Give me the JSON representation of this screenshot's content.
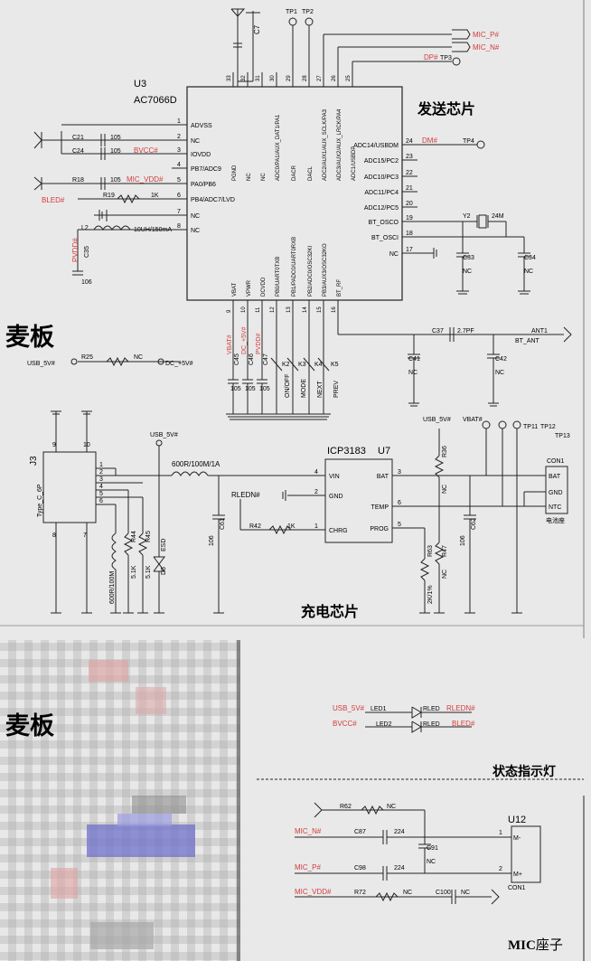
{
  "board_label": "麦板",
  "sections": {
    "transmit_chip": "发送芯片",
    "charge_chip": "充电芯片",
    "status_led": "状态指示灯",
    "mic_socket_prefix": "MIC",
    "mic_socket_suffix": "座子"
  },
  "u3": {
    "ref": "U3",
    "part": "AC7066D",
    "left_pins": [
      {
        "num": "1",
        "name": "ADVSS"
      },
      {
        "num": "2",
        "name": "NC"
      },
      {
        "num": "3",
        "name": "IOVDD"
      },
      {
        "num": "4",
        "name": "PB7/ADC9"
      },
      {
        "num": "5",
        "name": "PA0/PB6"
      },
      {
        "num": "6",
        "name": "PB4/ADC7/LVD"
      },
      {
        "num": "7",
        "name": "NC"
      },
      {
        "num": "8",
        "name": "NC"
      }
    ],
    "top_pins": [
      {
        "num": "33",
        "name": "PGND"
      },
      {
        "num": "32",
        "name": "NC"
      },
      {
        "num": "31",
        "name": "NC"
      },
      {
        "num": "30",
        "name": "ADC0/PA1/AUX_DAT1/PA1"
      },
      {
        "num": "29",
        "name": "DACR"
      },
      {
        "num": "28",
        "name": "DACL"
      },
      {
        "num": "27",
        "name": "ADC2/AUX1/AUX_SCLK/PA3"
      },
      {
        "num": "26",
        "name": "ADC3/AUX2/AUX_LRCK/PA4"
      },
      {
        "num": "25",
        "name": "ADC1/USBDP"
      }
    ],
    "right_pins": [
      {
        "num": "24",
        "name": "ADC14/USBDM"
      },
      {
        "num": "23",
        "name": "ADC15/PC2"
      },
      {
        "num": "22",
        "name": "ADC10/PC3"
      },
      {
        "num": "21",
        "name": "ADC11/PC4"
      },
      {
        "num": "20",
        "name": "ADC12/PC5"
      },
      {
        "num": "19",
        "name": "BT_OSCO"
      },
      {
        "num": "18",
        "name": "BT_OSCI"
      },
      {
        "num": "17",
        "name": "NC"
      }
    ],
    "bottom_pins": [
      {
        "num": "9",
        "name": "VBAT"
      },
      {
        "num": "10",
        "name": "VPWR"
      },
      {
        "num": "11",
        "name": "DCVDD"
      },
      {
        "num": "12",
        "name": "PB0/UART0TXB"
      },
      {
        "num": "13",
        "name": "PB1/PADC0/UART0RXB"
      },
      {
        "num": "14",
        "name": "PB2/ADC0/OSC32KI"
      },
      {
        "num": "15",
        "name": "PB3/AUX3/OSC32KO"
      },
      {
        "num": "16",
        "name": "BT_RF"
      }
    ]
  },
  "u3_parts": {
    "c7": "C7",
    "c21": "C21",
    "c24": "C24",
    "v105": "105",
    "bvcc": "BVCC#",
    "r18": "R18",
    "mic_vdd": "MIC_VDD#",
    "bled": "BLED#",
    "r19": "R19",
    "r1k": "1K",
    "l2": "L2",
    "l2_val": "10UH/150mA",
    "pvdd": "PVDD#",
    "c35": "C35",
    "c35_val": "106",
    "tp1": "TP1",
    "tp2": "TP2",
    "mic_p": "MIC_P#",
    "mic_n": "MIC_N#",
    "dp": "DP#",
    "tp3": "TP3",
    "dm": "DM#",
    "tp4": "TP4",
    "y2": "Y2",
    "y2_val": "24M",
    "c33": "C33",
    "c34": "C34",
    "nc": "NC",
    "c37": "C37",
    "c37_val": "2.7PF",
    "ant1": "ANT1",
    "bt_ant": "BT_ANT",
    "c41": "C41",
    "c42": "C42",
    "usb5v": "USB_5V#",
    "r25": "R25",
    "dc5v": "DC_+5V#",
    "vbat": "VBAT#",
    "dc5v_short": "DC_+5V#",
    "c45": "C45",
    "c46": "C46",
    "c47": "C47",
    "c105": "105",
    "k2": "K2",
    "k3": "K3",
    "k4": "K4",
    "k5": "K5",
    "onoff": "ON/OFF",
    "mode": "MODE",
    "next": "NEXT",
    "prev": "PREV"
  },
  "charge": {
    "j3": "J3",
    "j3_part": "Type_C_6P",
    "j3_pins": [
      "9",
      "10",
      "1",
      "2",
      "3",
      "4",
      "5",
      "6",
      "8",
      "7"
    ],
    "usb5v": "USB_5V#",
    "ferrite": "600R/100M/1A",
    "u7_part": "ICP3183",
    "u7_ref": "U7",
    "u7_left": [
      {
        "num": "4",
        "name": "VIN"
      },
      {
        "num": "2",
        "name": "GND"
      },
      {
        "num": "1",
        "name": "CHRG"
      }
    ],
    "u7_right": [
      {
        "num": "3",
        "name": "BAT"
      },
      {
        "num": "6",
        "name": "TEMP"
      },
      {
        "num": "5",
        "name": "PROG"
      }
    ],
    "rledn": "RLEDN#",
    "r42": "R42",
    "r42_val": "1K",
    "c61": "C61",
    "c61_val": "106",
    "c62": "C62",
    "c62_val": "106",
    "r36": "R36",
    "r47": "R47",
    "r63": "R63",
    "r63_val": "2K/1%",
    "nc": "NC",
    "vbat": "VBAT#",
    "tp11": "TP11",
    "tp12": "TP12",
    "tp13": "TP13",
    "con1": "CON1",
    "con_pins": [
      "BAT",
      "GND",
      "NTC"
    ],
    "battery_seat": "电池座",
    "l4_val": "600R/100M",
    "r44": "R44",
    "r45": "R45",
    "r5k1": "5.1K",
    "esd": "ESD",
    "d5": "D5"
  },
  "status": {
    "usb5v": "USB_5V#",
    "bvcc": "BVCC#",
    "led1": "LED1",
    "led2": "LED2",
    "rled": "RLED",
    "rledn": "RLEDN#",
    "bled": "BLED#"
  },
  "mic": {
    "u12": "U12",
    "con1": "CON1",
    "m_minus": "M-",
    "m_plus": "M+",
    "r62": "R62",
    "nc": "NC",
    "mic_n": "MIC_N#",
    "mic_p": "MIC_P#",
    "mic_vdd": "MIC_VDD#",
    "c87": "C87",
    "c98": "C98",
    "v224": "224",
    "c91": "C91",
    "r72": "R72",
    "c100": "C100",
    "pin1": "1",
    "pin2": "2"
  },
  "colors": {
    "paper": "#e9e9e9",
    "line": "#222222",
    "net_red": "#d43c3c",
    "frame": "#808080"
  }
}
